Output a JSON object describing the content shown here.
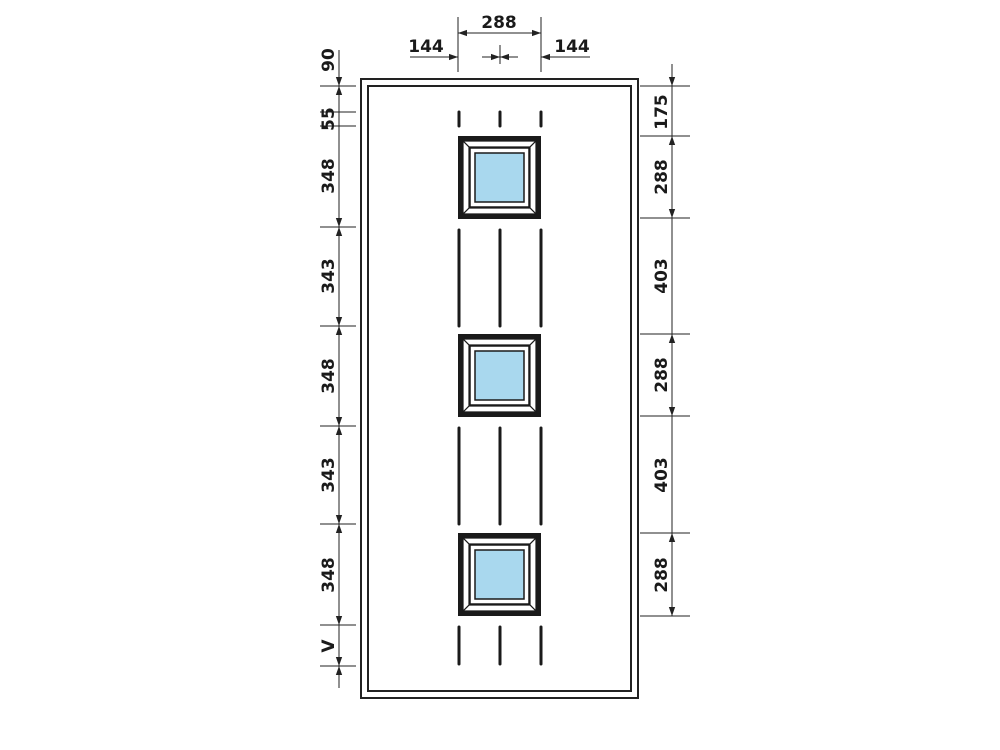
{
  "colors": {
    "glass": "#a9d8ee",
    "line": "#1a1a1a",
    "background": "#ffffff"
  },
  "dimensions": {
    "top_width": {
      "center": "288",
      "left": "144",
      "right": "144"
    },
    "left": [
      "90",
      "55",
      "348",
      "343",
      "348",
      "343",
      "348",
      "V"
    ],
    "right": [
      "175",
      "288",
      "403",
      "288",
      "403",
      "288"
    ]
  },
  "windows": [
    {
      "label": "window-top"
    },
    {
      "label": "window-middle"
    },
    {
      "label": "window-bottom"
    }
  ]
}
